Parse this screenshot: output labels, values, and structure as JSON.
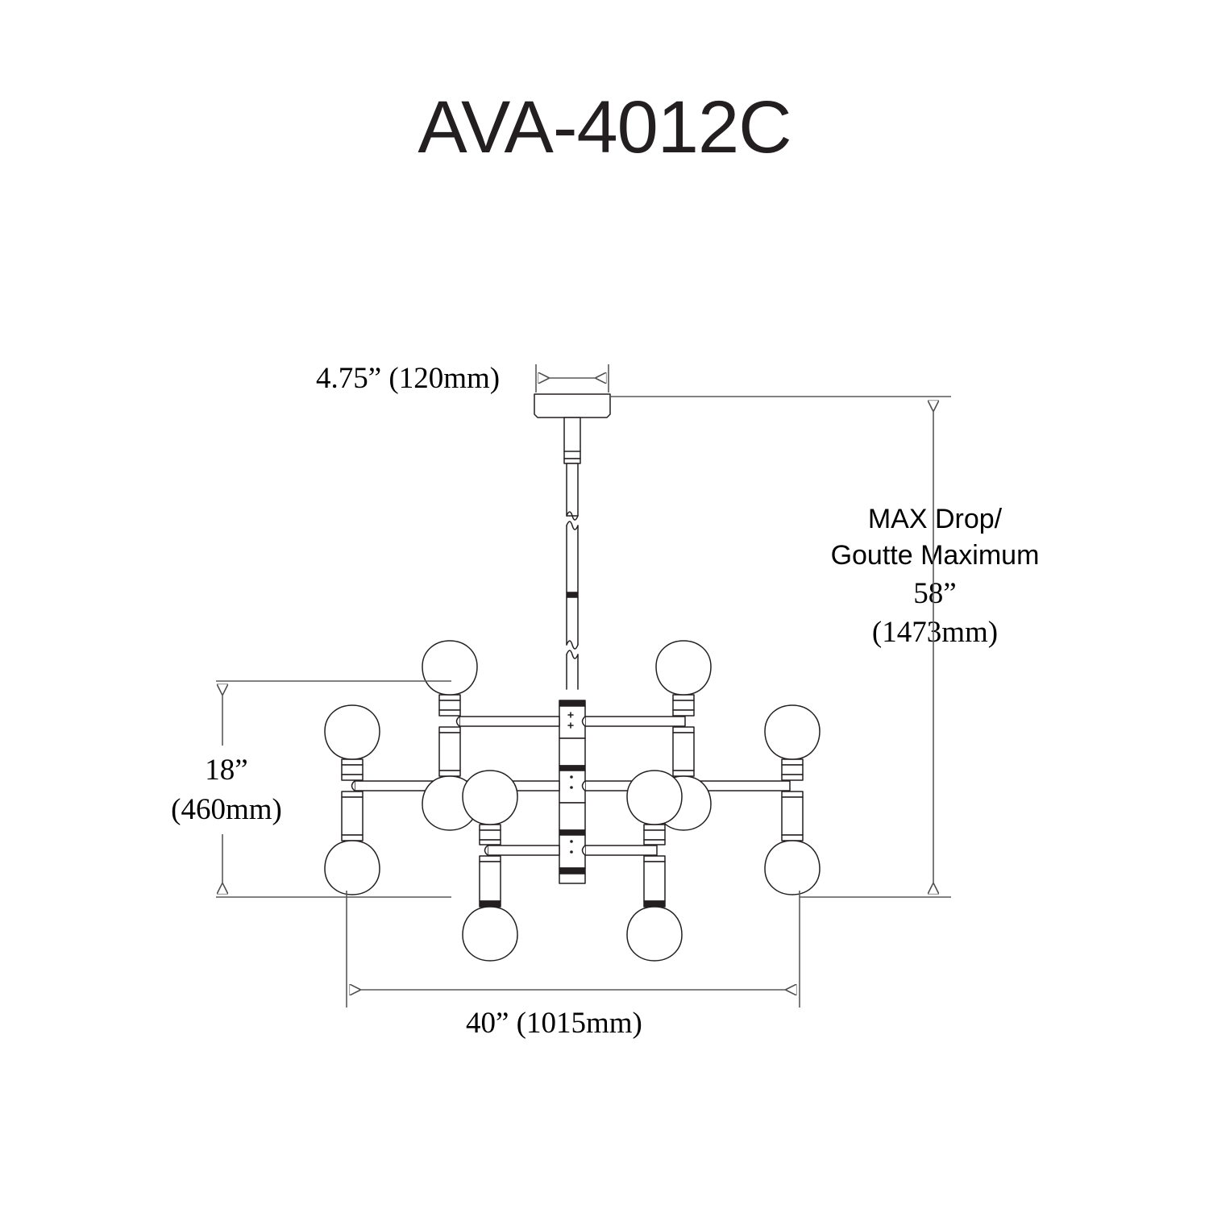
{
  "page": {
    "title": "AVA-4012C",
    "background": "#ffffff",
    "line_color": "#231f20",
    "dim_color": "#59595b"
  },
  "dimensions": {
    "canopy_width": "4.75” (120mm)",
    "fixture_height": "18”\n(460mm)",
    "fixture_height_line1": "18”",
    "fixture_height_line2": "(460mm)",
    "fixture_width": "40” (1015mm)",
    "max_drop_label": "MAX Drop/\nGoutte Maximum",
    "max_drop_label_line1": "MAX Drop/",
    "max_drop_label_line2": "Goutte Maximum",
    "max_drop_inches": "58”",
    "max_drop_mm": "(1473mm)"
  },
  "fixture": {
    "type": "chandelier",
    "model": "AVA-4012C",
    "bulb_count": 12,
    "parts": {
      "canopy": "ceiling-canopy",
      "stem": "drop-stem",
      "center_column": "center-column",
      "arms": "cross-arms",
      "bulbs": "teardrop-bulbs"
    }
  }
}
